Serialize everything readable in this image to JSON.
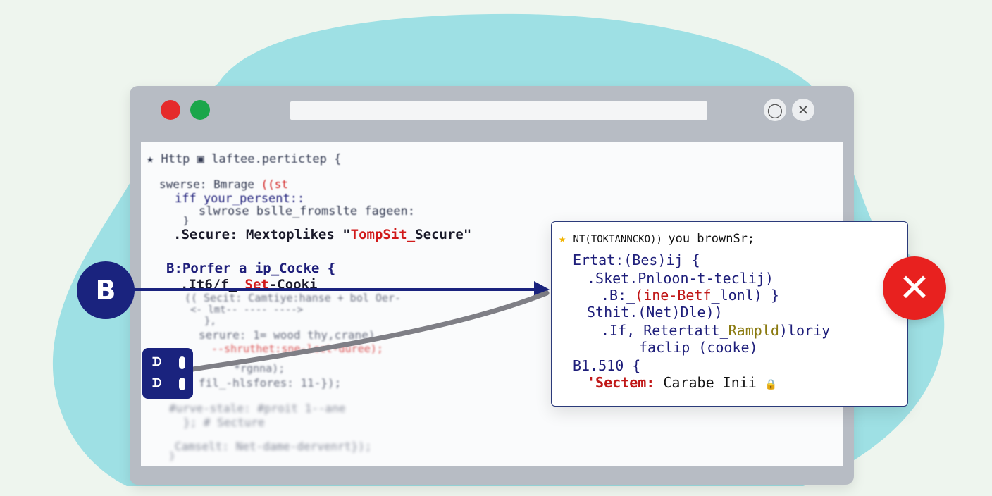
{
  "colors": {
    "blob": "#9ee0e4",
    "window_frame": "#b7bcc4",
    "navy": "#1a237e",
    "error_red": "#e8211f"
  },
  "window": {
    "close_glyph": "✕"
  },
  "code": {
    "line1": "★ Http ▣ laftee.pertictep {",
    "line2a": "swerse: Bmrage ",
    "line2b": "((st",
    "line3": "iff your_persent::",
    "line4": "slwrose bslle_fromslte fageen:",
    "line5": "}",
    "line6a": ".Secure: Mextoplikes \"",
    "line6b": "TompSit_",
    "line6c": "Secure\"",
    "line7": "B:Porfer a ip_Cocke {",
    "line8a": ".It6/f_ ",
    "line8b": "Set",
    "line8c": "-Cooki",
    "line9": "(( Secit: Camtiye:hanse + bol Oer-",
    "line10": "<- lmt-- ---- ---->",
    "line11": "},",
    "line12": "serure: 1= wood thy,crane),",
    "line13": "--shruthet:sne-lcct-duree);",
    "line14": "*rgnna);",
    "line15": "fil_-hlsfores: 11-});",
    "line16": "#urve-stale: #proit 1--ane",
    "line17": "}; # Secture",
    "line18": "Camselt: Net-dame-dervenrt});",
    "line19": "}"
  },
  "popup": {
    "line1a": "★ ",
    "line1b": "NT(TOKTANNCKO)) ",
    "line1c": "you brownSr;",
    "line2": "Ertat:(Bes)ij {",
    "line3": ".Sket.Pnloon-t-teclij)",
    "line4a": ".B:_",
    "line4b": "(ine-Betf",
    "line4c": "_lonl) }",
    "line5": "Sthit.(Net)Dle))",
    "line6a": ".If, ",
    "line6b": "Retertatt_",
    "line6c": "Rampld",
    "line6d": ")loriy",
    "line7": "faclip (cooke)",
    "line8": "B1.510 {",
    "line9a": "'Sectem: ",
    "line9b": "Carabe Inii ",
    "line9c": "🔒"
  },
  "badges": {
    "b_label": "B",
    "cc_row1": "ᗪ",
    "cc_row2": "ᗪ",
    "x_glyph": "✕"
  }
}
